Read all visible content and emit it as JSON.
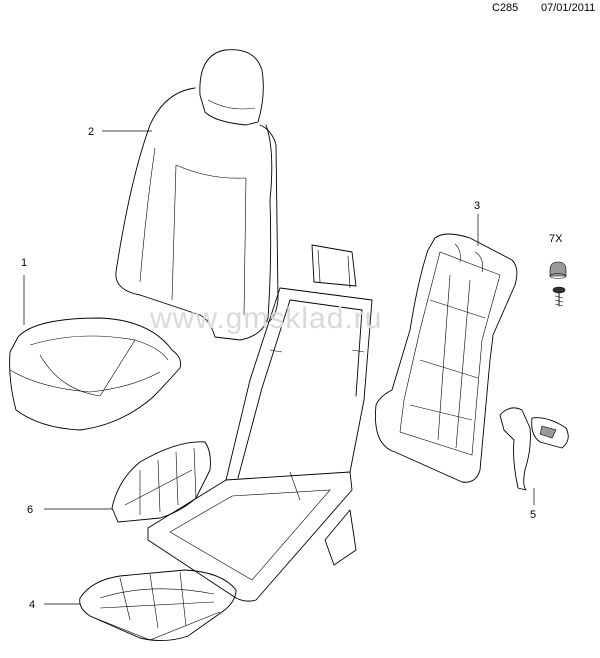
{
  "header": {
    "code": "C285",
    "date": "07/01/2011"
  },
  "watermark": "www.gmsklad.ru",
  "callouts": {
    "c1": "1",
    "c2": "2",
    "c3": "3",
    "c4": "4",
    "c5": "5",
    "c6": "6",
    "c7": "7X"
  }
}
